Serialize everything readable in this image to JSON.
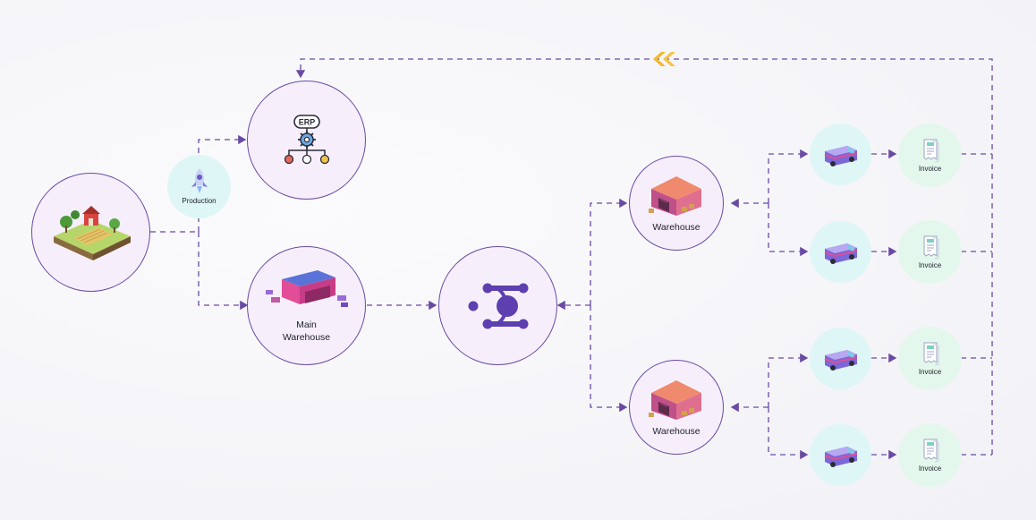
{
  "nodes": {
    "farm": {
      "label": ""
    },
    "production": {
      "label": "Production"
    },
    "erp": {
      "label": "",
      "icon_text": "ERP"
    },
    "main_warehouse": {
      "line1": "Main",
      "line2": "Warehouse"
    },
    "hub": {
      "label": ""
    },
    "warehouse_top": {
      "label": "Warehouse"
    },
    "warehouse_bottom": {
      "label": "Warehouse"
    },
    "invoice_1": {
      "label": "Invoice"
    },
    "invoice_2": {
      "label": "Invoice"
    },
    "invoice_3": {
      "label": "Invoice"
    },
    "invoice_4": {
      "label": "Invoice"
    }
  },
  "colors": {
    "line": "#6a4aa3",
    "node_fill": "#f6effb",
    "node_border": "#6a4aa3",
    "invoice_fill": "#e3f7ec",
    "van_fill": "#def6f6",
    "return_arrow": "#f5b82e"
  },
  "icons": [
    "farm-icon",
    "rocket-icon",
    "erp-icon",
    "factory-icon",
    "hub-logo-icon",
    "warehouse-icon",
    "van-icon",
    "receipt-icon",
    "double-chevron-left-icon"
  ]
}
